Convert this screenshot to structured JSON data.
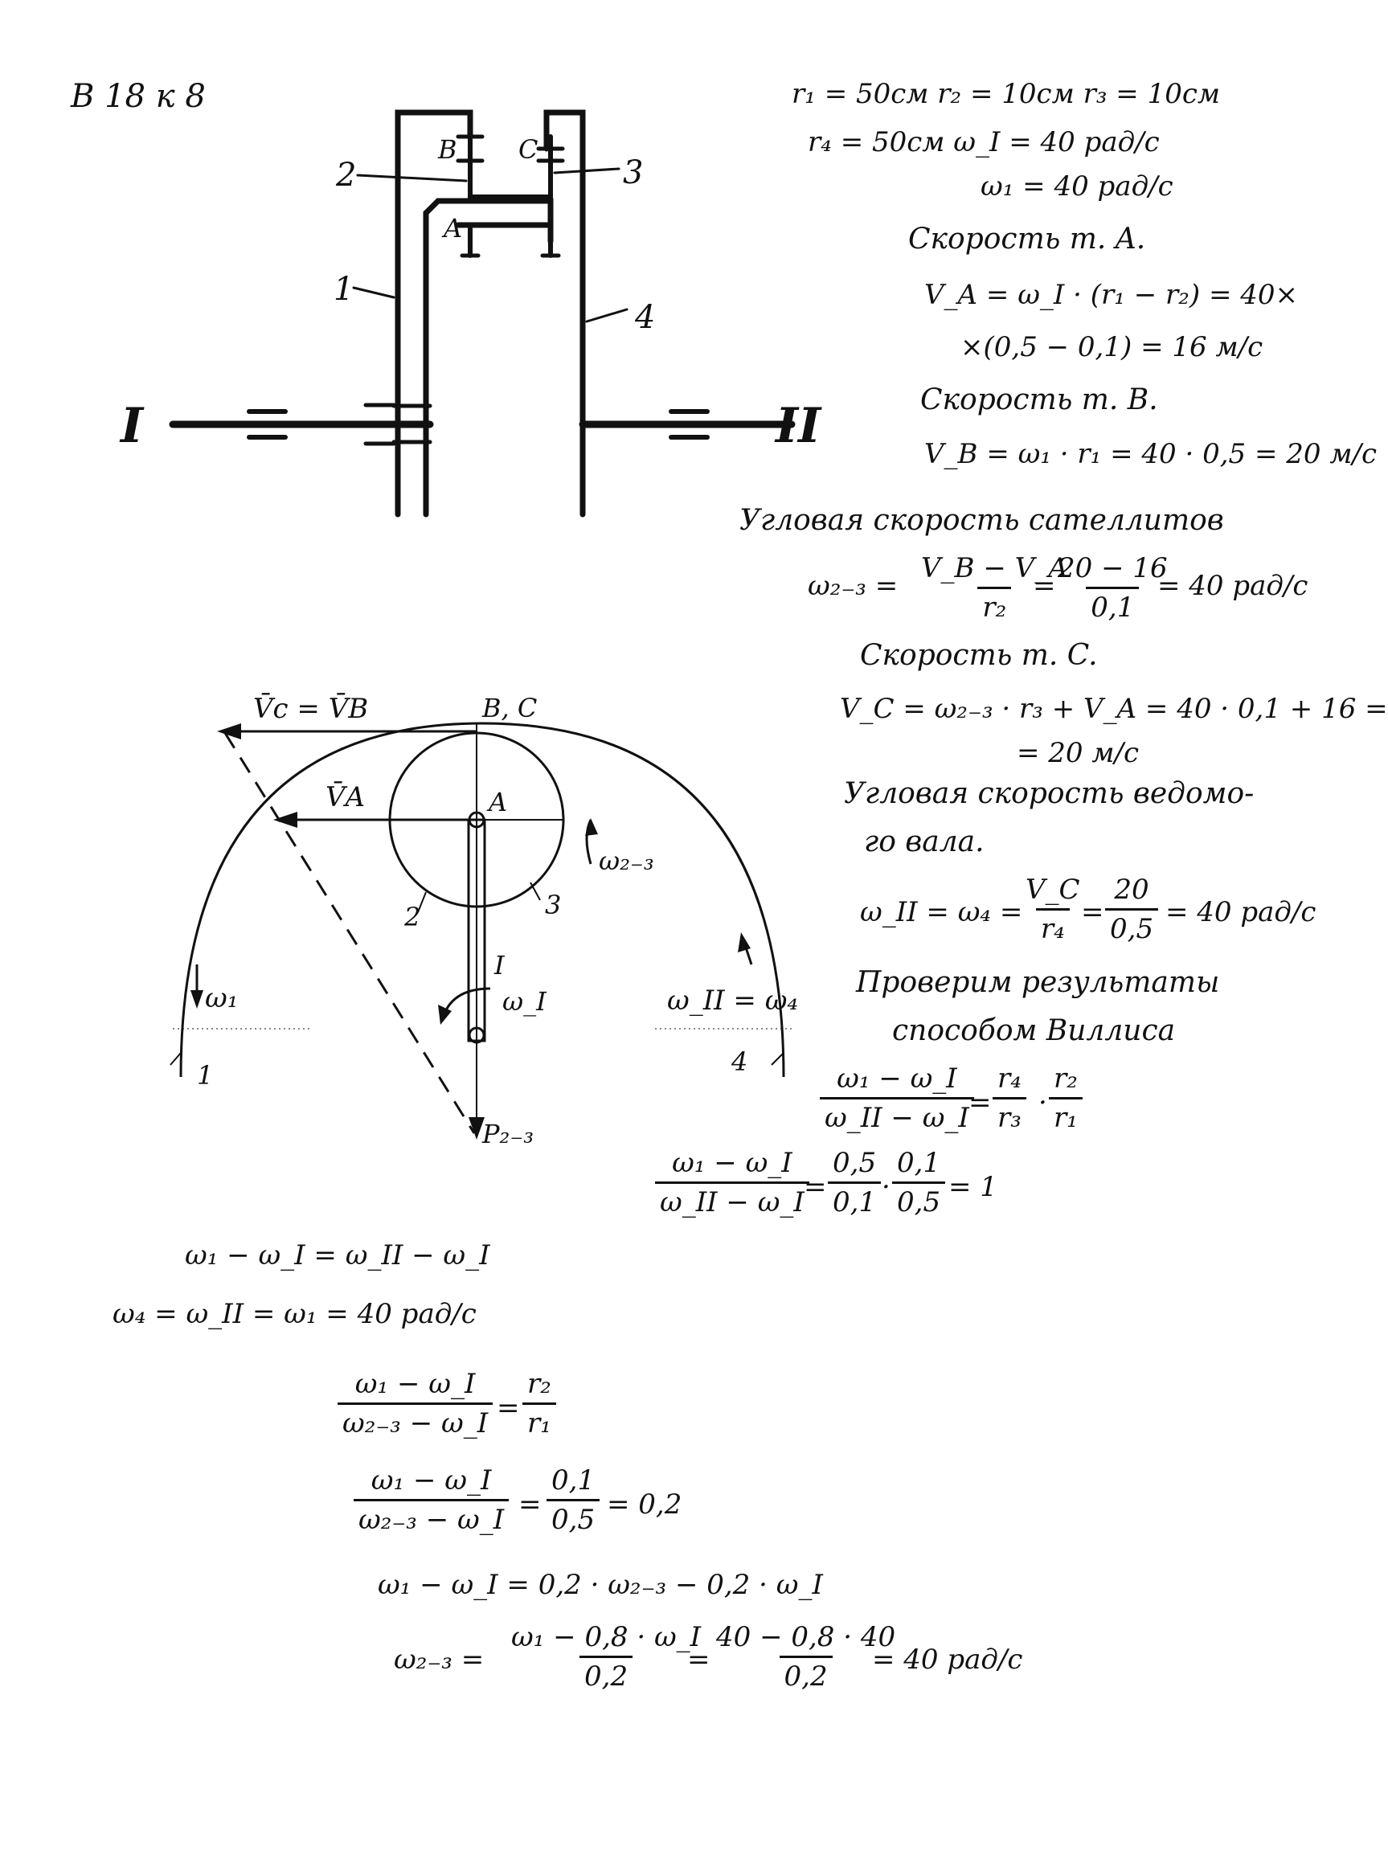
{
  "header": {
    "variant_label": "В 18 к 8"
  },
  "given": {
    "line1": "r₁ = 50см    r₂ = 10см    r₃ = 10см",
    "line2": "r₄ = 50см    ω_I = 40 рад/с",
    "line3": "ω₁ = 40 рад/с"
  },
  "mechanism": {
    "label_B": "B",
    "label_C": "C",
    "label_A": "A",
    "label_1": "1",
    "label_2": "2",
    "label_3": "3",
    "label_4": "4",
    "shaft_I": "I",
    "shaft_II": "II"
  },
  "solution": {
    "speed_A_title": "Скорость т. A.",
    "speed_A_eq1": "V_A = ω_I · (r₁ − r₂) = 40×",
    "speed_A_eq2": "×(0,5 − 0,1) = 16 м/с",
    "speed_B_title": "Скорость т. B.",
    "speed_B_eq": "V_B = ω₁ · r₁ = 40 · 0,5 = 20 м/с",
    "sat_title": "Угловая    скорость сателлитов",
    "sat_lhs": "ω₂₋₃ =",
    "sat_frac1_num": "V_B − V_A",
    "sat_frac1_den": "r₂",
    "sat_eq_sign": "=",
    "sat_frac2_num": "20 − 16",
    "sat_frac2_den": "0,1",
    "sat_result": "= 40 рад/с",
    "speed_C_title": "Скорость т. C.",
    "speed_C_eq1": "V_C = ω₂₋₃ · r₃ + V_A = 40 · 0,1 + 16 =",
    "speed_C_eq2": "= 20 м/с",
    "driven_title1": "Угловая скорость ведомо-",
    "driven_title2": "го вала.",
    "driven_lhs": "ω_II = ω₄ =",
    "driven_frac1_num": "V_C",
    "driven_frac1_den": "r₄",
    "driven_eq_sign": "=",
    "driven_frac2_num": "20",
    "driven_frac2_den": "0,5",
    "driven_result": "= 40 рад/с",
    "check_title1": "Проверим результаты",
    "check_title2": "способом Виллиса",
    "willis_frac1_num": "ω₁ − ω_I",
    "willis_frac1_den": "ω_II − ω_I",
    "willis_eq": "=",
    "willis_frac2_num": "r₄",
    "willis_frac2_den": "r₃",
    "willis_dot": "·",
    "willis_frac3_num": "r₂",
    "willis_frac3_den": "r₁",
    "willis2_frac1_num": "ω₁ − ω_I",
    "willis2_frac1_den": "ω_II − ω_I",
    "willis2_eq": "=",
    "willis2_frac2_num": "0,5",
    "willis2_frac2_den": "0,1",
    "willis2_dot": "·",
    "willis2_frac3_num": "0,1",
    "willis2_frac3_den": "0,5",
    "willis2_result": "= 1"
  },
  "velocity_diagram": {
    "label_vc_vb": "V̄c = V̄B",
    "label_BC": "B, C",
    "label_VA": "V̄A",
    "label_A": "A",
    "label_w23": "ω₂₋₃",
    "label_2": "2",
    "label_3": "3",
    "label_I": "I",
    "label_wI": "ω_I",
    "label_w1": "ω₁",
    "label_wII": "ω_II = ω₄",
    "label_1": "1",
    "label_4": "4",
    "label_P": "P₂₋₃"
  },
  "bottom": {
    "eq1": "ω₁ − ω_I = ω_II − ω_I",
    "eq2": "ω₄ = ω_II = ω₁ = 40 рад/с",
    "frac1_num": "ω₁ − ω_I",
    "frac1_den": "ω₂₋₃ − ω_I",
    "frac1_eq": "=",
    "frac1_r_num": "r₂",
    "frac1_r_den": "r₁",
    "frac2_num": "ω₁ − ω_I",
    "frac2_den": "ω₂₋₃ − ω_I",
    "frac2_eq": "=",
    "frac2_r_num": "0,1",
    "frac2_r_den": "0,5",
    "frac2_result": "= 0,2",
    "eq3": "ω₁ − ω_I = 0,2 · ω₂₋₃ − 0,2 · ω_I",
    "eq4_lhs": "ω₂₋₃ =",
    "eq4_frac1_num": "ω₁ − 0,8 · ω_I",
    "eq4_frac1_den": "0,2",
    "eq4_eq": "=",
    "eq4_frac2_num": "40 − 0,8 · 40",
    "eq4_frac2_den": "0,2",
    "eq4_result": "= 40 рад/с"
  }
}
